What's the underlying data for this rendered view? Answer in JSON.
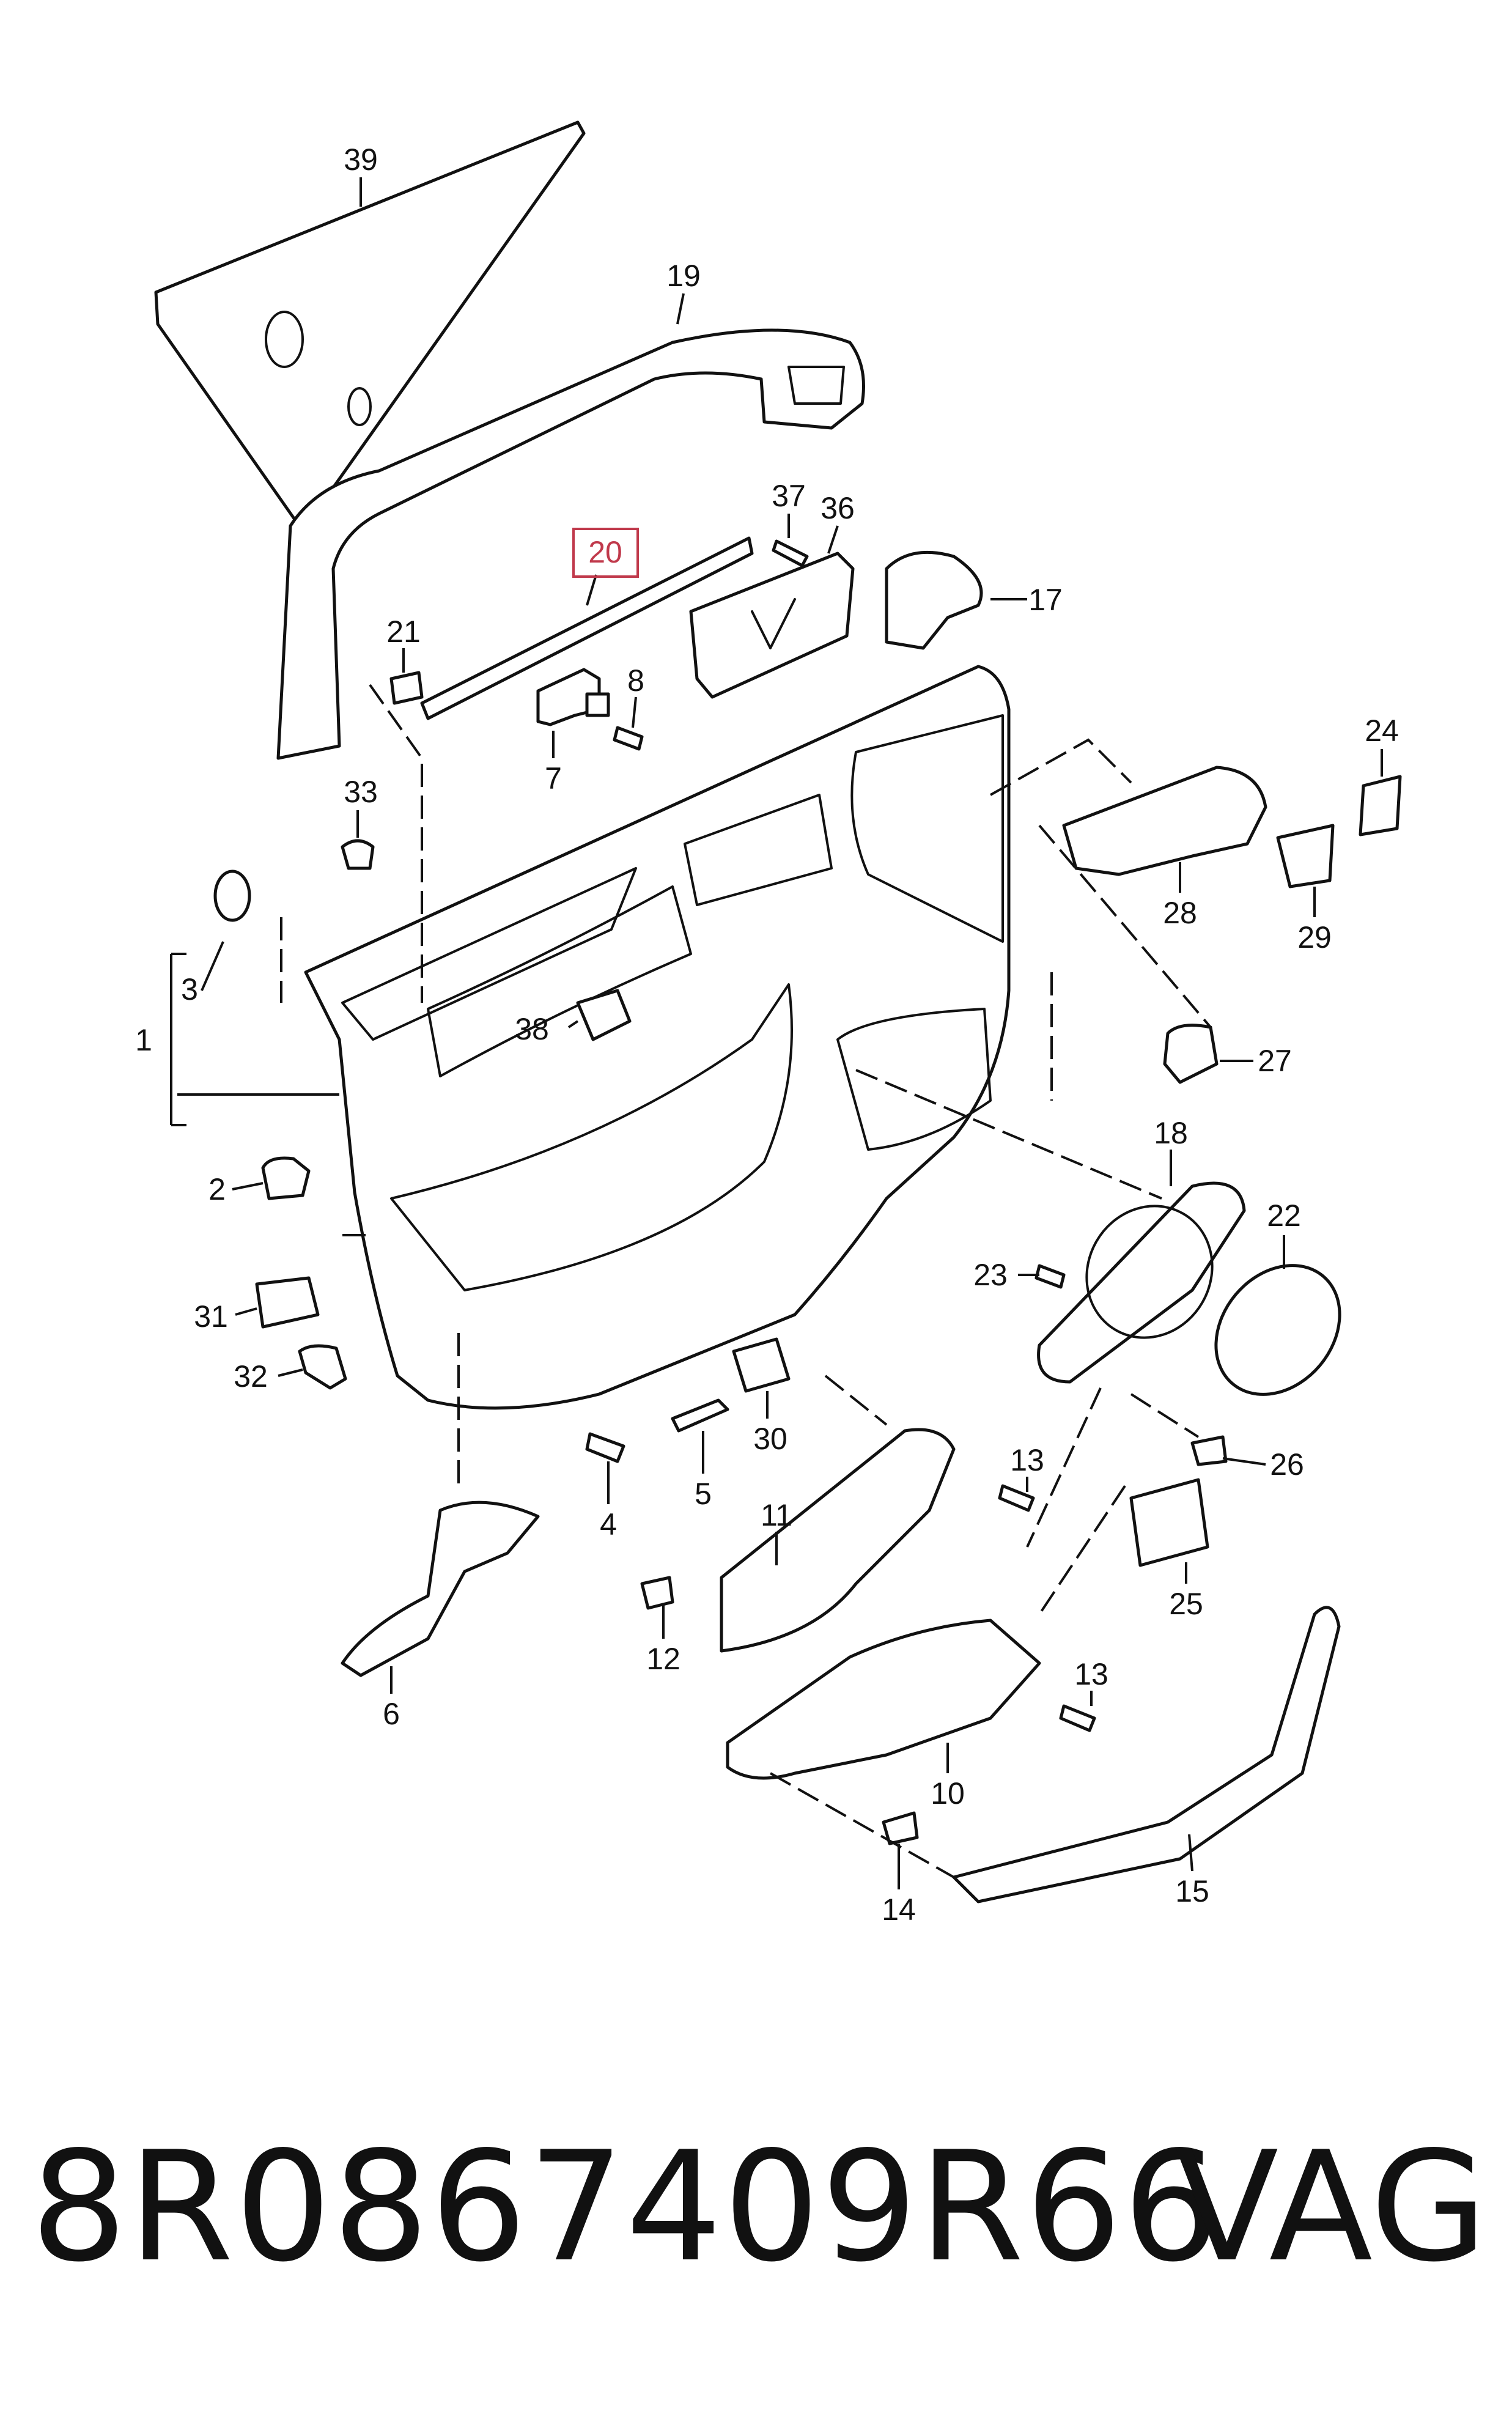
{
  "diagram": {
    "callouts": [
      {
        "id": "39",
        "label": "39"
      },
      {
        "id": "19",
        "label": "19"
      },
      {
        "id": "37",
        "label": "37"
      },
      {
        "id": "36",
        "label": "36"
      },
      {
        "id": "20",
        "label": "20",
        "highlighted": true
      },
      {
        "id": "17",
        "label": "17"
      },
      {
        "id": "21",
        "label": "21"
      },
      {
        "id": "8",
        "label": "8"
      },
      {
        "id": "7",
        "label": "7"
      },
      {
        "id": "33",
        "label": "33"
      },
      {
        "id": "24",
        "label": "24"
      },
      {
        "id": "28",
        "label": "28"
      },
      {
        "id": "29",
        "label": "29"
      },
      {
        "id": "3",
        "label": "3"
      },
      {
        "id": "1",
        "label": "1"
      },
      {
        "id": "38",
        "label": "38"
      },
      {
        "id": "27",
        "label": "27"
      },
      {
        "id": "18",
        "label": "18"
      },
      {
        "id": "22",
        "label": "22"
      },
      {
        "id": "2",
        "label": "2"
      },
      {
        "id": "23",
        "label": "23"
      },
      {
        "id": "31",
        "label": "31"
      },
      {
        "id": "32",
        "label": "32"
      },
      {
        "id": "30",
        "label": "30"
      },
      {
        "id": "5",
        "label": "5"
      },
      {
        "id": "4",
        "label": "4"
      },
      {
        "id": "13a",
        "label": "13"
      },
      {
        "id": "26",
        "label": "26"
      },
      {
        "id": "11",
        "label": "11"
      },
      {
        "id": "25",
        "label": "25"
      },
      {
        "id": "6",
        "label": "6"
      },
      {
        "id": "12",
        "label": "12"
      },
      {
        "id": "13b",
        "label": "13"
      },
      {
        "id": "10",
        "label": "10"
      },
      {
        "id": "15",
        "label": "15"
      },
      {
        "id": "14",
        "label": "14"
      }
    ],
    "highlight_color": "#c0394b"
  },
  "footer": {
    "part_number": "8R0867409R66",
    "brand": "VAG"
  }
}
